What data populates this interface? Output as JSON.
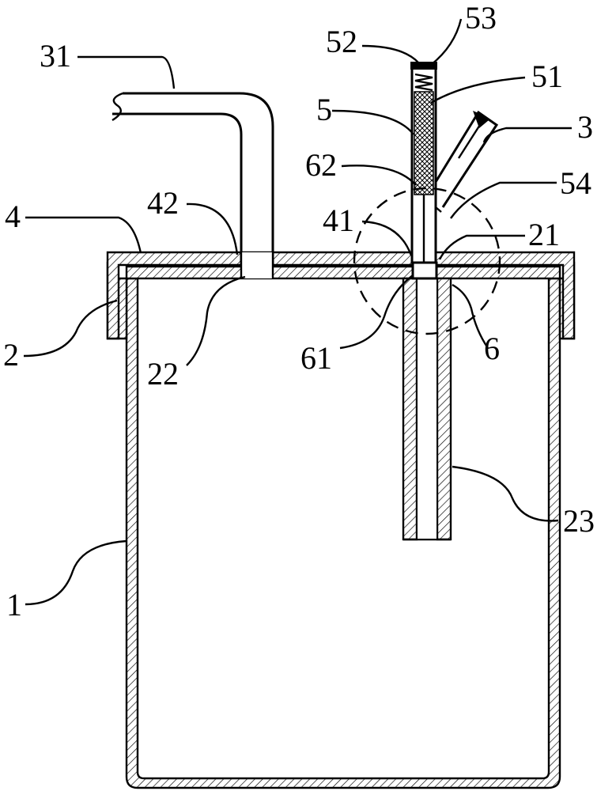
{
  "figure": {
    "labels": [
      {
        "id": "l53",
        "text": "53"
      },
      {
        "id": "l52",
        "text": "52"
      },
      {
        "id": "l31",
        "text": "31"
      },
      {
        "id": "l51",
        "text": "51"
      },
      {
        "id": "l5",
        "text": "5"
      },
      {
        "id": "l3",
        "text": "3"
      },
      {
        "id": "l62",
        "text": "62"
      },
      {
        "id": "l54",
        "text": "54"
      },
      {
        "id": "l42",
        "text": "42"
      },
      {
        "id": "l4",
        "text": "4"
      },
      {
        "id": "l41",
        "text": "41"
      },
      {
        "id": "l21",
        "text": "21"
      },
      {
        "id": "l2",
        "text": "2"
      },
      {
        "id": "l22",
        "text": "22"
      },
      {
        "id": "l61",
        "text": "61"
      },
      {
        "id": "l6",
        "text": "6"
      },
      {
        "id": "l23",
        "text": "23"
      },
      {
        "id": "l1",
        "text": "1"
      }
    ]
  }
}
